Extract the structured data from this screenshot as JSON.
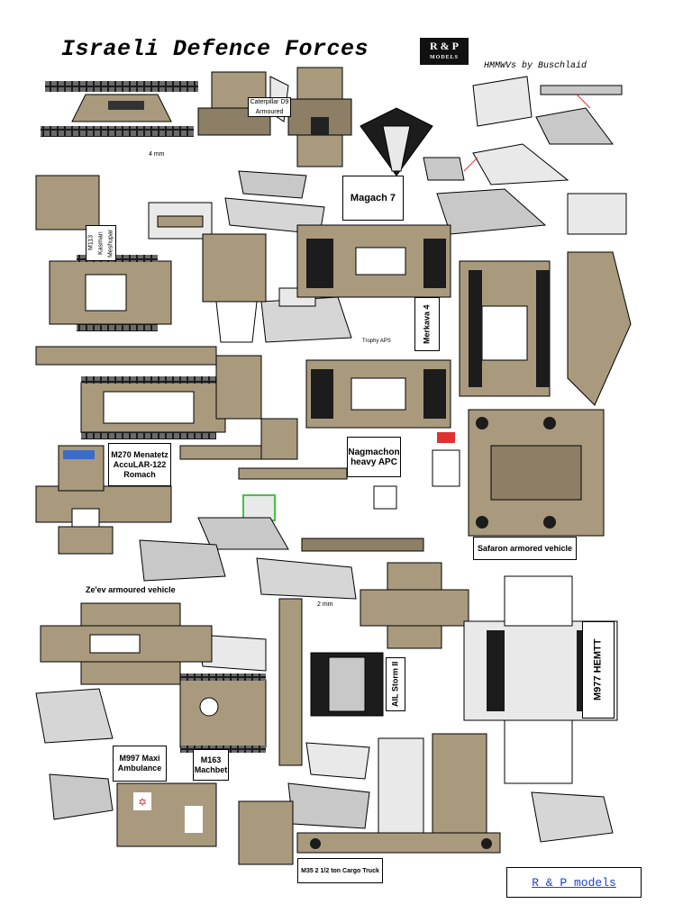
{
  "header": {
    "title": "Israeli Defence Forces",
    "logo_main": "R & P",
    "logo_sub": "MODELS",
    "subtitle": "HMMWVs by Buschlaid"
  },
  "labels": {
    "caterpillar": "Caterpillar D9 Armoured",
    "magach": "Magach 7",
    "m113": "M113 Kasman Meshupar",
    "merkava": "Merkava 4",
    "trophy": "Trophy APS",
    "menatetz": "M270 Menatetz AccuLAR-122 Romach",
    "nagmachon": "Nagmachon heavy APC",
    "safaron": "Safaron armored vehicle",
    "zeev": "Ze'ev armoured vehicle",
    "hemtt": "M977 HEMTT",
    "storm": "AIL Storm II",
    "maxi": "M997 Maxi Ambulance",
    "machbet": "M163 Machbet",
    "cargo": "M35 2 1/2 ton Cargo Truck",
    "dim1": "4 mm",
    "dim2": "2 mm"
  },
  "footer": {
    "link": "R & P models"
  },
  "colors": {
    "khaki": "#a99a7e",
    "dark": "#1c1c1c",
    "grey": "#c8c8c8",
    "light": "#e9e9e9",
    "accent": "#e03030"
  }
}
